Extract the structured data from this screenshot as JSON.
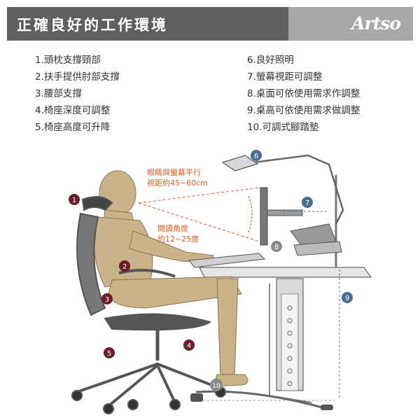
{
  "header": {
    "title": "正確良好的工作環境",
    "brand": "Artso",
    "colors": {
      "dark": "#5f5f5f",
      "light": "#a8a8a8"
    }
  },
  "list_left": [
    "1.頭枕支撐頸部",
    "2.扶手提供肘部支撐",
    "3.腰部支撐",
    "4.椅座深度可調整",
    "5.椅座高度可升降"
  ],
  "list_right": [
    "6.良好照明",
    "7.螢幕視距可調整",
    "8.桌面可依使用需求作調整",
    "9.桌高可依使用需求做調整",
    "10.可調式腳踏墊"
  ],
  "annotations": {
    "view_distance_1": "眼睛與螢幕平行",
    "view_distance_2": "視距約45~60cm",
    "reading_angle_1": "閱讀角度",
    "reading_angle_2": "約12~25度"
  },
  "markers": [
    "1",
    "2",
    "3",
    "4",
    "5",
    "6",
    "7",
    "8",
    "9",
    "10"
  ],
  "colors": {
    "marker_dark": "#6b1d2a",
    "marker_mid": "#8b8b8b",
    "marker_blue": "#4d6d8e",
    "annotation_orange": "#e25c28",
    "figure": "#c9b38a"
  }
}
